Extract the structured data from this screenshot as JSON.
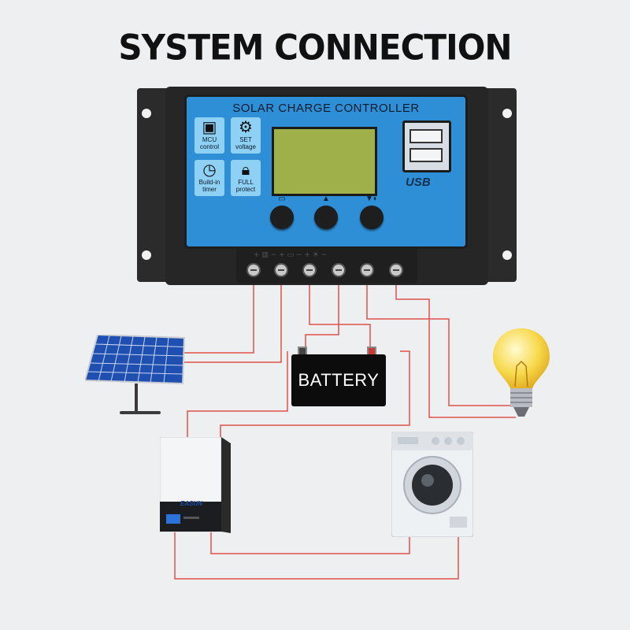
{
  "title": "SYSTEM CONNECTION",
  "controller": {
    "name": "SOLAR CHARGE CONTROLLER",
    "features": [
      {
        "line1": "MCU",
        "line2": "control",
        "icon": "chip-icon"
      },
      {
        "line1": "SET",
        "line2": "voltage",
        "icon": "gear-icon"
      },
      {
        "line1": "Build-in",
        "line2": "timer",
        "icon": "clock-icon"
      },
      {
        "line1": "FULL",
        "line2": "protect",
        "icon": "lock-icon"
      }
    ],
    "usb_label": "USB",
    "button_icons": [
      "battery-icon",
      "warning-icon",
      "load-icon"
    ]
  },
  "battery_label": "BATTERY",
  "inverter_brand": "EASUN",
  "components": [
    "solar-panel",
    "battery",
    "inverter",
    "washing-machine",
    "light-bulb"
  ],
  "colors": {
    "wire": "#e0504a",
    "panel": "#2f8fd6",
    "controller_body": "#2b2b2b"
  }
}
